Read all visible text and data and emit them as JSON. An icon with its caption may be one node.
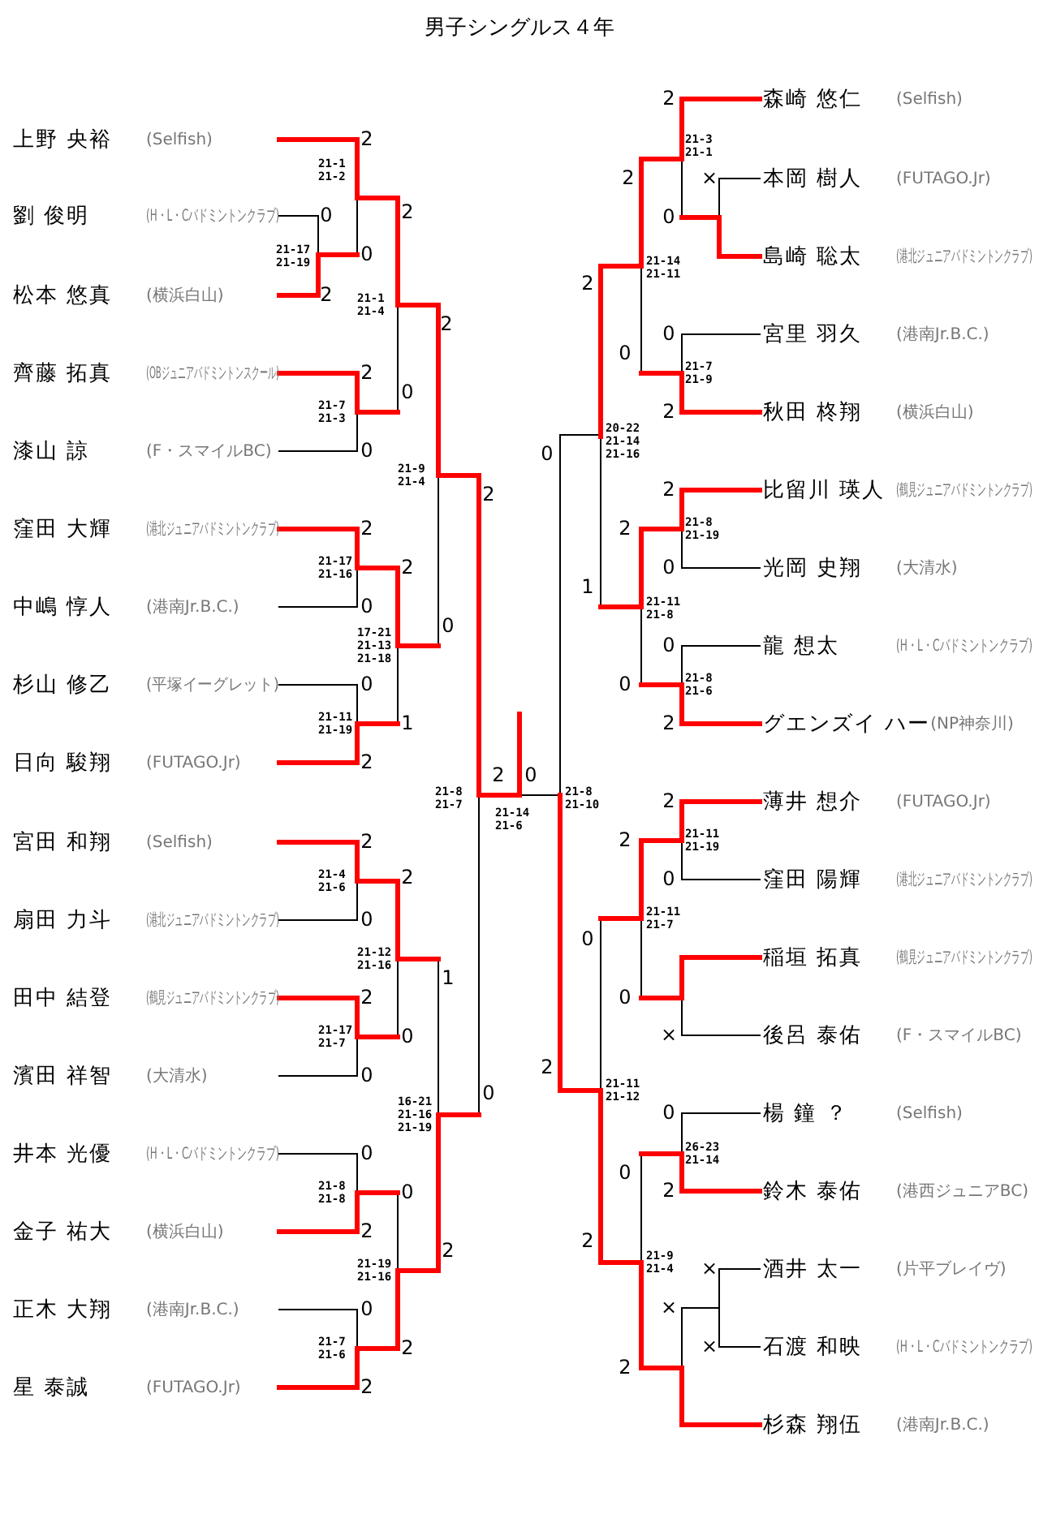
{
  "diagram": {
    "title": "男子シングルス４年",
    "nodes": [
      {
        "text": [
          "上野 央裕",
          "(Selfish)"
        ]
      },
      {
        "text": [
          "劉 俊明",
          "(H・L・Cバドミントンクラブ)"
        ]
      },
      {
        "text": [
          "松本 悠真",
          "(横浜白山)"
        ]
      },
      {
        "text": [
          "齊藤 拓真",
          "(OBジュニアバドミントンスクール)"
        ]
      },
      {
        "text": [
          "漆山 諒",
          "(F・スマイルBC)"
        ]
      },
      {
        "text": [
          "窪田 大輝",
          "(港北ジュニアバドミントンクラブ)"
        ]
      },
      {
        "text": [
          "中嶋 惇人",
          "(港南Jr.B.C.)"
        ]
      },
      {
        "text": [
          "杉山 修乙",
          "(平塚イーグレット)"
        ]
      },
      {
        "text": [
          "日向 駿翔",
          "(FUTAGO.Jr)"
        ]
      },
      {
        "text": [
          "宮田 和翔",
          "(Selfish)"
        ]
      },
      {
        "text": [
          "扇田 力斗",
          "(港北ジュニアバドミントンクラブ)"
        ]
      },
      {
        "text": [
          "田中 結登",
          "(鶴見ジュニアバドミントンクラブ)"
        ]
      },
      {
        "text": [
          "濱田 祥智",
          "(大清水)"
        ]
      },
      {
        "text": [
          "井本 光優",
          "(H・L・Cバドミントンクラブ)"
        ]
      },
      {
        "text": [
          "金子 祐大",
          "(横浜白山)"
        ]
      },
      {
        "text": [
          "正木 大翔",
          "(港南Jr.B.C.)"
        ]
      },
      {
        "text": [
          "星 泰誠",
          "(FUTAGO.Jr)"
        ]
      },
      {
        "text": [
          "森崎 悠仁",
          "(Selfish)"
        ]
      },
      {
        "text": [
          "本岡 樹人",
          "(FUTAGO.Jr)"
        ]
      },
      {
        "text": [
          "島崎 聡太",
          "(港北ジュニアバドミントンクラブ)"
        ]
      },
      {
        "text": [
          "宮里 羽久",
          "(港南Jr.B.C.)"
        ]
      },
      {
        "text": [
          "秋田 柊翔",
          "(横浜白山)"
        ]
      },
      {
        "text": [
          "比留川 瑛人",
          "(鶴見ジュニアバドミントンクラブ)"
        ]
      },
      {
        "text": [
          "光岡 史翔",
          "(大清水)"
        ]
      },
      {
        "text": [
          "龍 想太",
          "(H・L・Cバドミントンクラブ)"
        ]
      },
      {
        "text": [
          "グエンズイ ハー",
          "(NP神奈川)"
        ]
      },
      {
        "text": [
          "薄井 想介",
          "(FUTAGO.Jr)"
        ]
      },
      {
        "text": [
          "窪田 陽輝",
          "(港北ジュニアバドミントンクラブ)"
        ]
      },
      {
        "text": [
          "稲垣 拓真",
          "(鶴見ジュニアバドミントンクラブ)"
        ]
      },
      {
        "text": [
          "後呂 泰佑",
          "(F・スマイルBC)"
        ]
      },
      {
        "text": [
          "楊 鐘 ？",
          "(Selfish)"
        ]
      },
      {
        "text": [
          "鈴木 泰佑",
          "(港西ジュニアBC)"
        ]
      },
      {
        "text": [
          "酒井 太一",
          "(片平ブレイヴ)"
        ]
      },
      {
        "text": [
          "石渡 和映",
          "(H・L・Cバドミントンクラブ)"
        ]
      },
      {
        "text": [
          "杉森 翔伍",
          "(港南Jr.B.C.)"
        ]
      }
    ],
    "labels": [
      "2",
      "21-1 21-2",
      "0",
      "21-17 21-19",
      "0",
      "2",
      "2",
      "21-1 21-4",
      "2",
      "0",
      "21-7 21-3",
      "0",
      "2",
      "21-9 21-4",
      "2",
      "2",
      "2",
      "21-17 21-16",
      "0",
      "0",
      "17-21 21-13 21-18",
      "0",
      "1",
      "21-11 21-19",
      "2",
      "2",
      "0",
      "21-8 21-7",
      "21-14 21-6",
      "21-8 21-10",
      "2",
      "2",
      "21-4 21-6",
      "0",
      "1",
      "21-12 21-16",
      "2",
      "0",
      "21-17 21-7",
      "0",
      "0",
      "16-21 21-16 21-19",
      "0",
      "0",
      "21-8 21-8",
      "2",
      "2",
      "21-19 21-16",
      "0",
      "2",
      "21-7 21-6",
      "2",
      "2",
      "21-3 21-1",
      "2",
      "×",
      "0",
      "2",
      "21-14 21-11",
      "0",
      "0",
      "21-7 21-9",
      "2",
      "0",
      "20-22 21-14 21-16",
      "2",
      "2",
      "21-8 21-19",
      "0",
      "1",
      "21-11 21-8",
      "0",
      "0",
      "21-8 21-6",
      "2",
      "2",
      "2",
      "21-11 21-19",
      "0",
      "21-11 21-7",
      "0",
      "0",
      "×",
      "2",
      "21-11 21-12",
      "0",
      "0",
      "26-23 21-14",
      "2",
      "2",
      "21-9 21-4",
      "×",
      "×",
      "×",
      "2"
    ]
  }
}
